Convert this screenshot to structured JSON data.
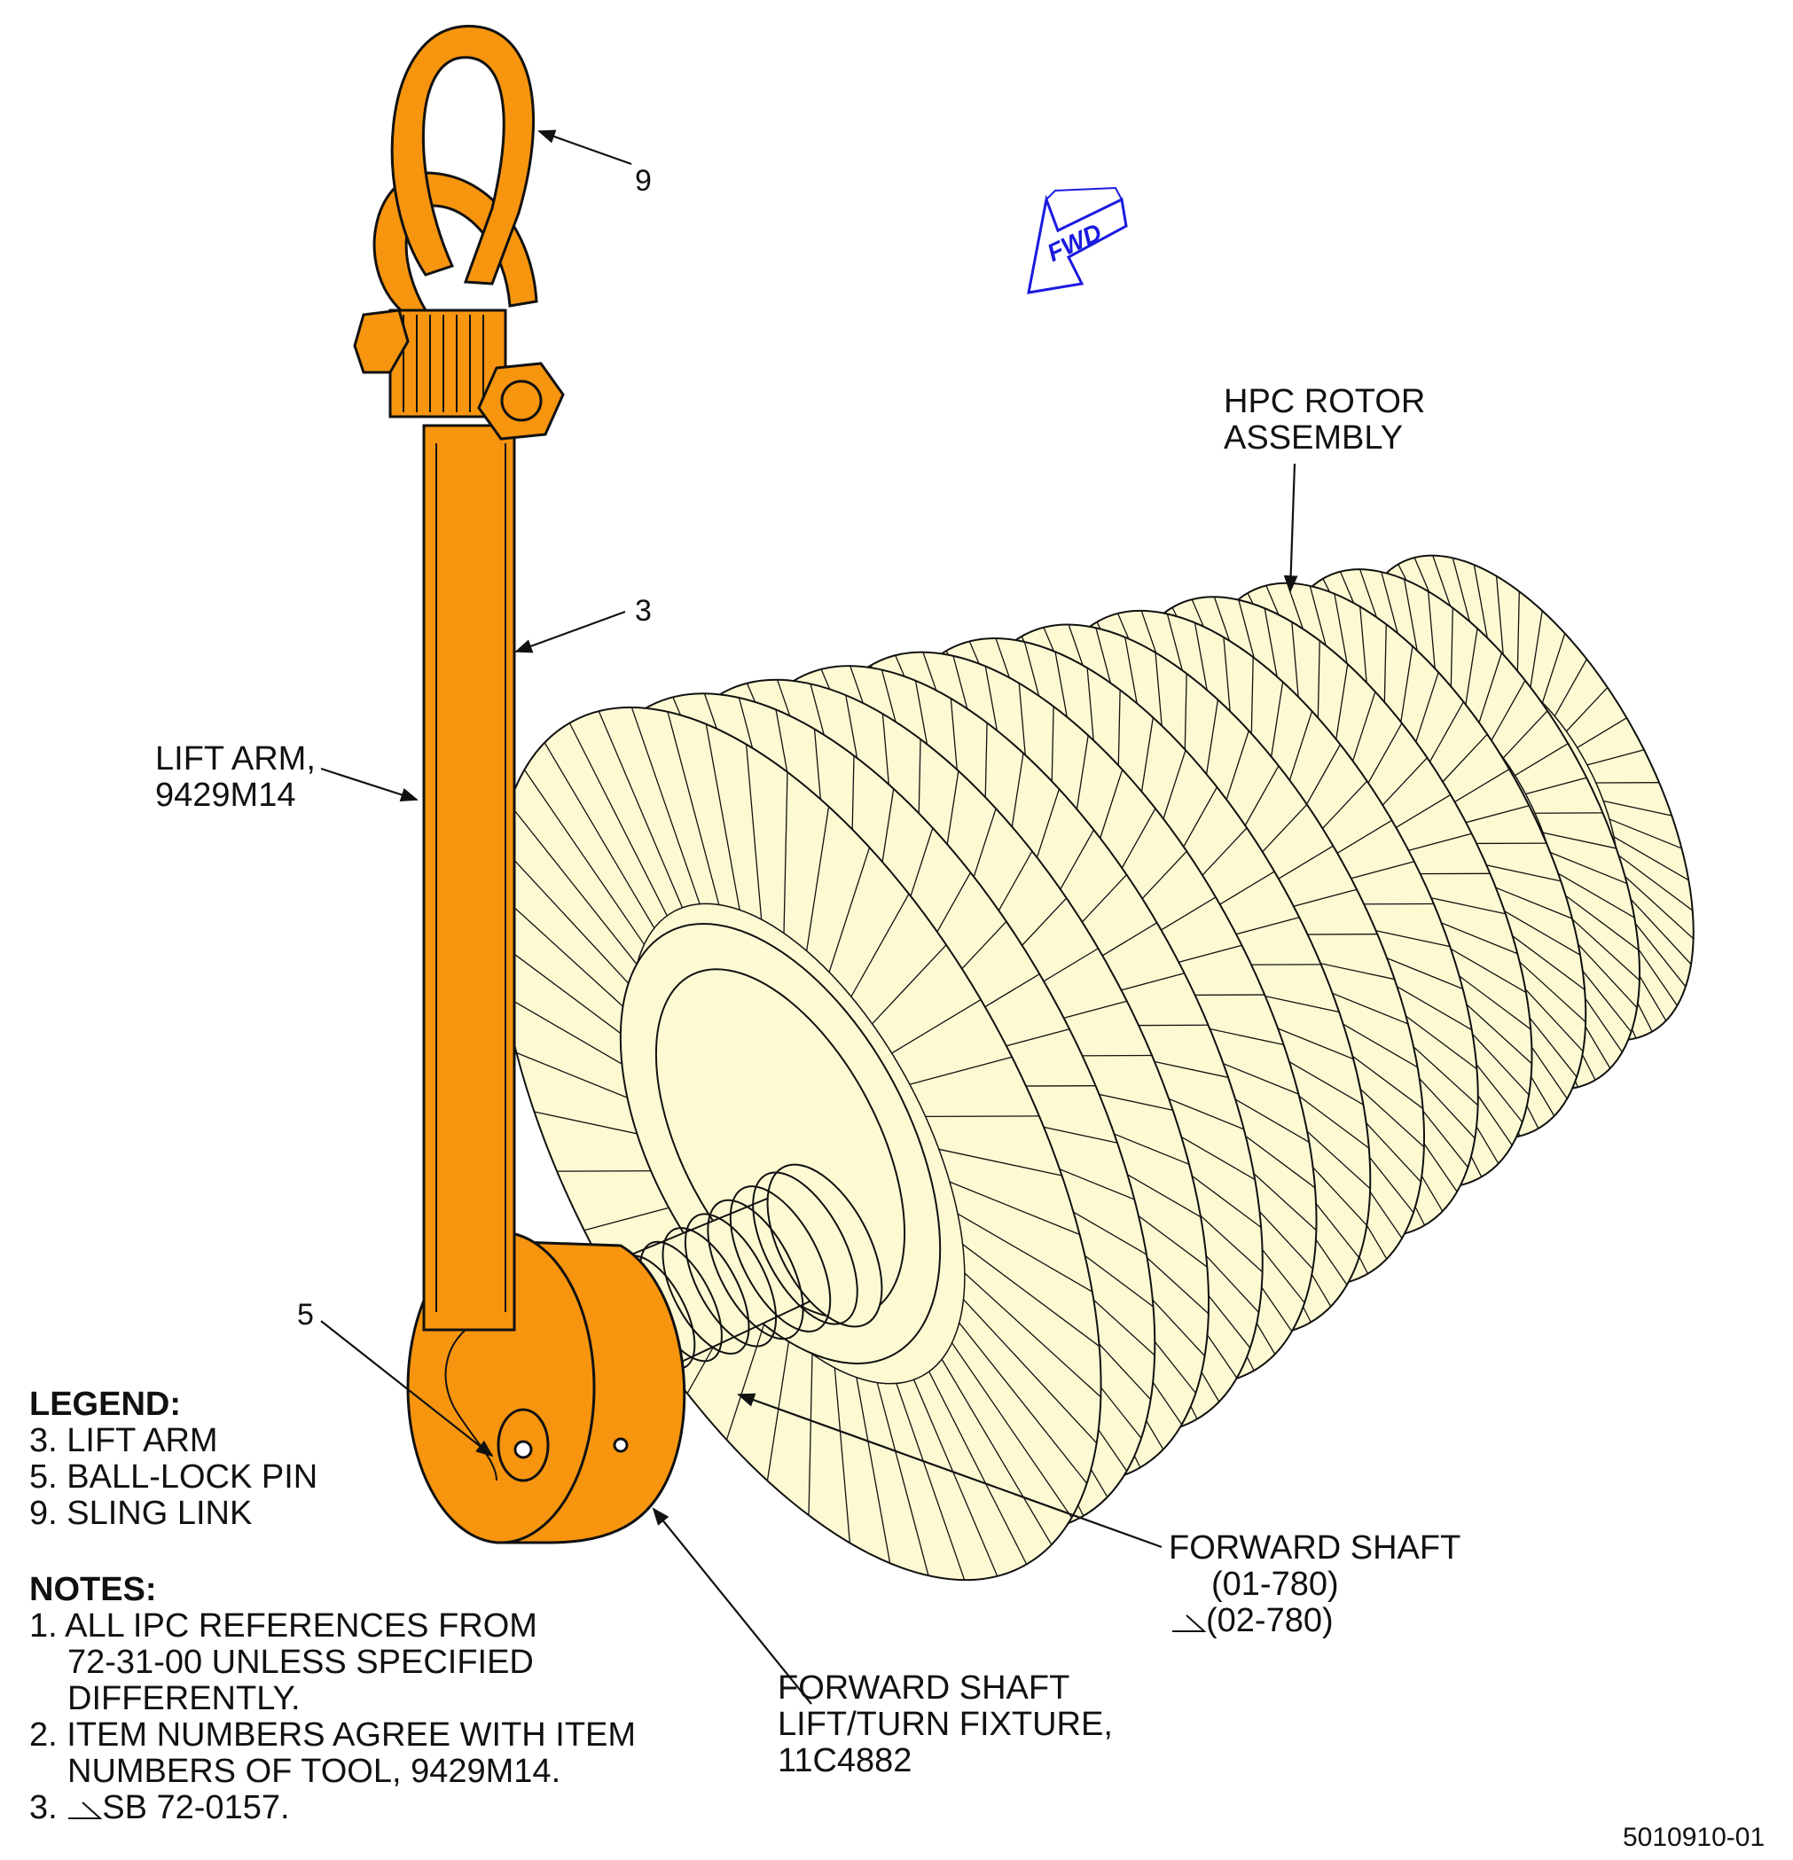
{
  "callouts": {
    "item_9": "9",
    "item_3": "3",
    "item_5": "5",
    "fwd": "FWD"
  },
  "labels": {
    "hpc_rotor_line1": "HPC ROTOR",
    "hpc_rotor_line2": "ASSEMBLY",
    "lift_arm_line1": "LIFT ARM,",
    "lift_arm_line2": "9429M14",
    "fwd_shaft_line1": "FORWARD SHAFT",
    "fwd_shaft_line2": "(01-780)",
    "fwd_shaft_line3": "(02-780)",
    "fixture_line1": "FORWARD SHAFT",
    "fixture_line2": "LIFT/TURN FIXTURE,",
    "fixture_line3": "11C4882"
  },
  "legend": {
    "title": "LEGEND:",
    "items": [
      "3. LIFT ARM",
      "5. BALL-LOCK PIN",
      "9. SLING LINK"
    ]
  },
  "notes": {
    "title": "NOTES:",
    "n1_line1": "1. ALL IPC REFERENCES FROM",
    "n1_line2": "72-31-00 UNLESS SPECIFIED",
    "n1_line3": "DIFFERENTLY.",
    "n2_line1": "2. ITEM NUMBERS AGREE WITH ITEM",
    "n2_line2": "NUMBERS OF TOOL, 9429M14.",
    "n3_prefix": "3.",
    "n3_text": "SB 72-0157."
  },
  "figure_id": "5010910-01",
  "colors": {
    "tool_orange": "#F7950E",
    "rotor_cream": "#FDFAD3",
    "line": "#111111",
    "fwd_blue": "#1A1AE0"
  }
}
